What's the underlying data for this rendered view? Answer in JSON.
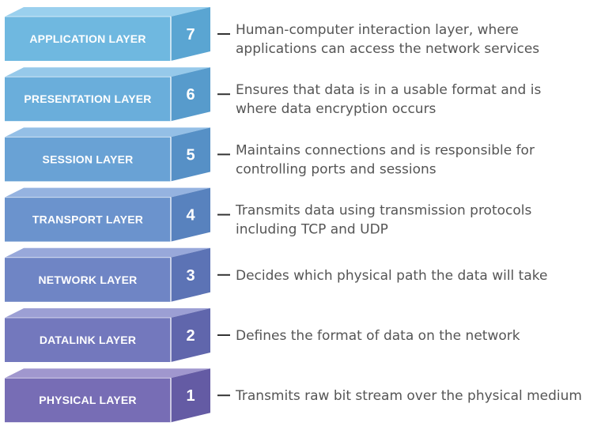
{
  "layers": [
    {
      "name": "APPLICATION LAYER",
      "number": "7",
      "description": [
        "Human-computer interaction layer, where",
        "applications can access the network services"
      ],
      "colors": {
        "front": "#6fb8e0",
        "top": "#9ad0ee",
        "side": "#5aa5d2"
      }
    },
    {
      "name": "PRESENTATION LAYER",
      "number": "6",
      "description": [
        "Ensures that data is in a usable format and is",
        "where data encryption occurs"
      ],
      "colors": {
        "front": "#6aaedb",
        "top": "#96c9ea",
        "side": "#579bcc"
      }
    },
    {
      "name": "SESSION LAYER",
      "number": "5",
      "description": [
        "Maintains connections and is responsible for",
        "controlling ports and sessions"
      ],
      "colors": {
        "front": "#69a2d5",
        "top": "#94bfe6",
        "side": "#5690c6"
      }
    },
    {
      "name": "TRANSPORT LAYER",
      "number": "4",
      "description": [
        "Transmits data using transmission protocols",
        "including TCP and UDP"
      ],
      "colors": {
        "front": "#6b93cd",
        "top": "#95b3e0",
        "side": "#5882be"
      }
    },
    {
      "name": "NETWORK LAYER",
      "number": "3",
      "description": [
        "Decides which physical path the data will take"
      ],
      "colors": {
        "front": "#6f85c5",
        "top": "#98a8da",
        "side": "#5c73b5"
      }
    },
    {
      "name": "DATALINK LAYER",
      "number": "2",
      "description": [
        "Defines the format of data on the network"
      ],
      "colors": {
        "front": "#7378bd",
        "top": "#9c9fd4",
        "side": "#6066ac"
      }
    },
    {
      "name": "PHYSICAL LAYER",
      "number": "1",
      "description": [
        "Transmits raw bit stream over the physical medium"
      ],
      "colors": {
        "front": "#776db5",
        "top": "#a097ce",
        "side": "#645ba4"
      }
    }
  ]
}
